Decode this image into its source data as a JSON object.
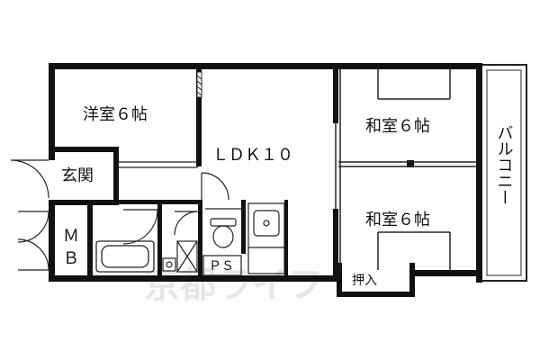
{
  "floorplan": {
    "rooms": {
      "western_room": "洋室６帖",
      "ldk": "ＬＤＫ１０",
      "japanese_room_1": "和室６帖",
      "japanese_room_2": "和室６帖",
      "entrance": "玄関",
      "mb_line1": "Ｍ",
      "mb_line2": "Ｂ",
      "ps": "ＰＳ",
      "closet": "押入",
      "balcony": "バルコニー"
    },
    "watermark": "京都ライフ"
  }
}
